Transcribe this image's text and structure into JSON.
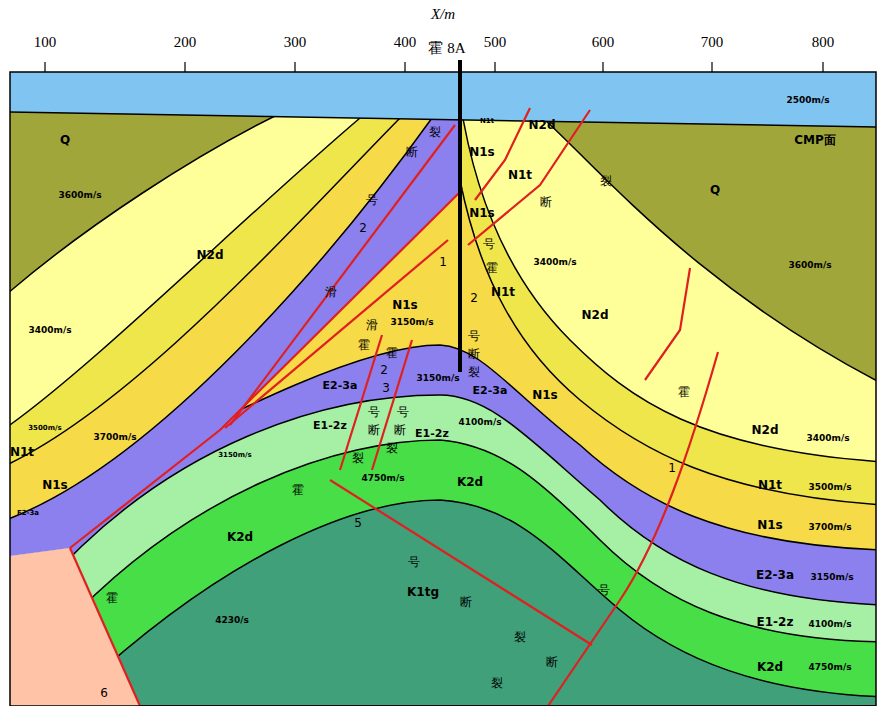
{
  "diagram": {
    "labels": [
      "X/m",
      "100",
      "200",
      "300",
      "400",
      "霍 8A",
      "500",
      "600",
      "700",
      "800",
      "2500m/s",
      "CMP面",
      "Q",
      "3600m/s",
      "N2d",
      "3400m/s",
      "3500m/s",
      "N1t",
      "3700m/s",
      "N1s",
      "E2-3a",
      "3150m/s",
      "裂",
      "断",
      "号",
      "2",
      "滑",
      "1",
      "滑",
      "N1s",
      "3150m/s",
      "N1t",
      "N2d",
      "N1s",
      "N1t",
      "N1s",
      "号",
      "霍",
      "断",
      "裂",
      "2",
      "N1t",
      "号",
      "断",
      "裂",
      "3400m/s",
      "N2d",
      "N1s",
      "E2-3a",
      "3150m/s",
      "霍",
      "霍",
      "2",
      "E2-3a",
      "3",
      "号",
      "号",
      "E1-2z",
      "断",
      "断",
      "E1-2z",
      "4100m/s",
      "裂",
      "裂",
      "4750m/s",
      "K2d",
      "霍",
      "5",
      "K2d",
      "号",
      "K1tg",
      "断",
      "4230/s",
      "裂",
      "霍",
      "6",
      "Q",
      "3600m/s",
      "霍",
      "N2d",
      "3400m/s",
      "1",
      "N1t",
      "3500m/s",
      "N1s",
      "3700m/s",
      "E2-3a",
      "3150m/s",
      "号",
      "E1-2z",
      "4100m/s",
      "断",
      "K2d",
      "4750m/s",
      "裂"
    ]
  }
}
